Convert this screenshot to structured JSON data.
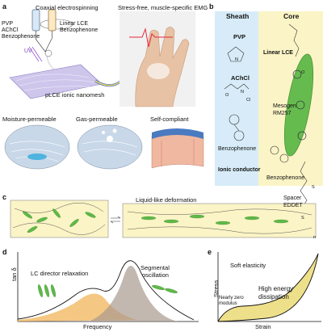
{
  "panels": {
    "a": {
      "label": "a",
      "coaxial": "Coaxial electrospinning",
      "sheath_materials": [
        "PVP",
        "AChCl",
        "Benzophenone"
      ],
      "core_materials": [
        "Linear LCE",
        "Benzophenone"
      ],
      "uv": "UV",
      "nanomesh": "pLCE ionic nanomesh",
      "emg": "Stress-free, muscle-specific EMG",
      "props": [
        "Moisture-permeable",
        "Gas-permeable",
        "Self-compliant"
      ]
    },
    "b": {
      "label": "b",
      "sheath_title": "Sheath",
      "sheath_items": [
        "PVP",
        "AChCl",
        "Benzophenone"
      ],
      "ionic": "Ionic conductor",
      "core_title": "Core",
      "linear_lce": "Linear LCE",
      "mesogen": "Mesogen",
      "rm257": "RM257",
      "benzophenone": "Benzophenone",
      "spacer": "Spacer",
      "eddet": "EDDET",
      "chem_symbols": [
        "N",
        "O",
        "N",
        "Cl",
        "O",
        "S",
        "S",
        "n"
      ]
    },
    "c": {
      "label": "c",
      "deformation": "Liquid-like deformation"
    },
    "d": {
      "label": "d",
      "ylabel": "tan δ",
      "xlabel": "Frequency",
      "peak1": "LC director relaxation",
      "peak2_l1": "Segmental",
      "peak2_l2": "oscillation"
    },
    "e": {
      "label": "e",
      "ylabel": "Stress",
      "xlabel": "Strain",
      "soft": "Soft elasticity",
      "zero_l1": "Nearly zero",
      "zero_l2": "modulus",
      "high_l1": "High energy",
      "high_l2": "dissipation"
    }
  },
  "colors": {
    "sheath_bg": "#d7ecf8",
    "core_bg": "#fbf4c6",
    "mesogen": "#5fb848",
    "peak_orange": "#f0b45a",
    "peak_gray": "#a99a8e",
    "fill_yellow": "#eee08a"
  }
}
